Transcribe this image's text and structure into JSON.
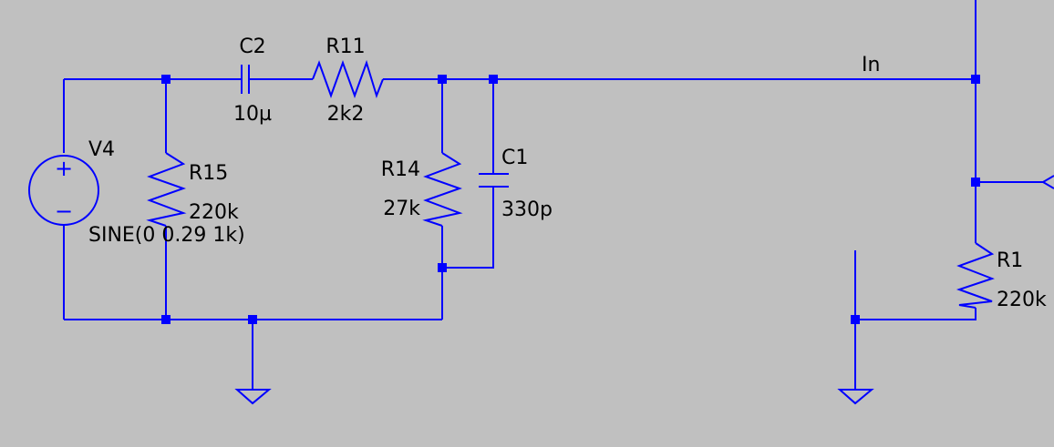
{
  "colors": {
    "background": "#c0c0c0",
    "wire": "#0000ff",
    "text": "#000000"
  },
  "components": {
    "v4": {
      "name": "V4",
      "value": "SINE(0 0.29 1k)"
    },
    "c2": {
      "name": "C2",
      "value": "10µ"
    },
    "r11": {
      "name": "R11",
      "value": "2k2"
    },
    "r15": {
      "name": "R15",
      "value": "220k"
    },
    "r14": {
      "name": "R14",
      "value": "27k"
    },
    "c1": {
      "name": "C1",
      "value": "330p"
    },
    "r1": {
      "name": "R1",
      "value": "220k"
    }
  },
  "net_labels": {
    "in": "In"
  },
  "symbols": {
    "source_plus": "+",
    "source_minus": "−"
  }
}
